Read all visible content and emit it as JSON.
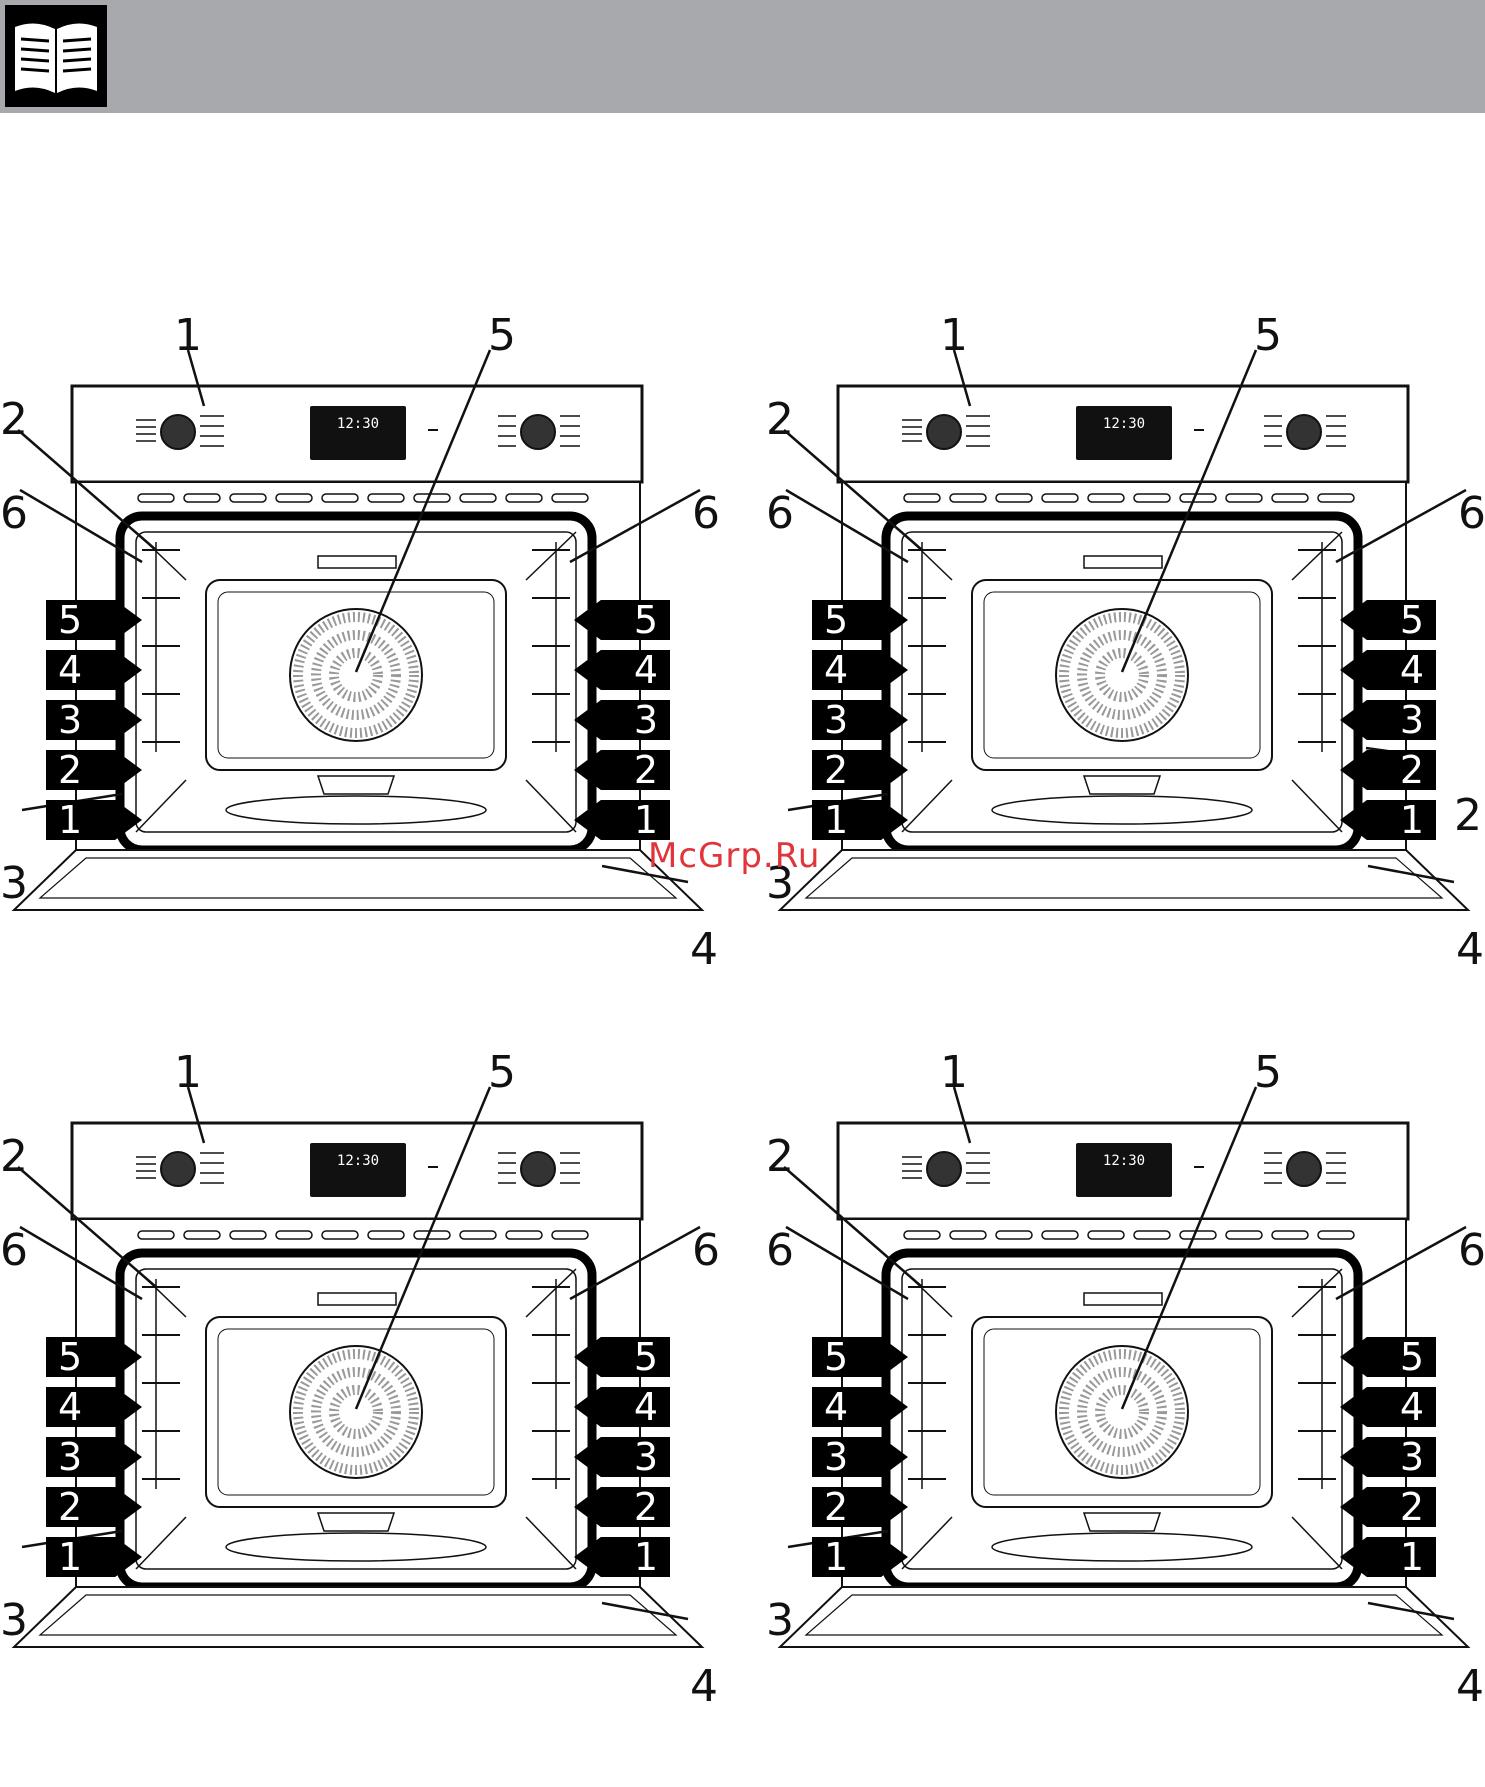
{
  "header": {
    "icon": "book-icon",
    "bar_color": "#a7a9ac"
  },
  "watermark": {
    "text": "McGrp.Ru",
    "color": "#e0353b"
  },
  "panels": [
    {
      "callouts": {
        "control_panel": "1",
        "side_rail": "2",
        "door_seal": "3",
        "door": "4",
        "fan_cover": "5",
        "shelf_rail": "6"
      },
      "shelves_left": [
        "5",
        "4",
        "3",
        "2",
        "1"
      ],
      "shelves_right": [
        "5",
        "4",
        "3",
        "2",
        "1"
      ],
      "clock": "12:30"
    },
    {
      "callouts": {
        "control_panel": "1",
        "side_rail": "2",
        "door_seal": "3",
        "door": "4",
        "fan_cover": "5",
        "shelf_rail": "6",
        "side_rail_right": "2"
      },
      "shelves_left": [
        "5",
        "4",
        "3",
        "2",
        "1"
      ],
      "shelves_right": [
        "5",
        "4",
        "3",
        "2",
        "1"
      ],
      "clock": "12:30"
    },
    {
      "callouts": {
        "control_panel": "1",
        "side_rail": "2",
        "door_seal": "3",
        "door": "4",
        "fan_cover": "5",
        "shelf_rail": "6"
      },
      "shelves_left": [
        "5",
        "4",
        "3",
        "2",
        "1"
      ],
      "shelves_right": [
        "5",
        "4",
        "3",
        "2",
        "1"
      ],
      "clock": "12:30"
    },
    {
      "callouts": {
        "control_panel": "1",
        "side_rail": "2",
        "door_seal": "3",
        "door": "4",
        "fan_cover": "5",
        "shelf_rail": "6"
      },
      "shelves_left": [
        "5",
        "4",
        "3",
        "2",
        "1"
      ],
      "shelves_right": [
        "5",
        "4",
        "3",
        "2",
        "1"
      ],
      "clock": "12:30"
    }
  ]
}
